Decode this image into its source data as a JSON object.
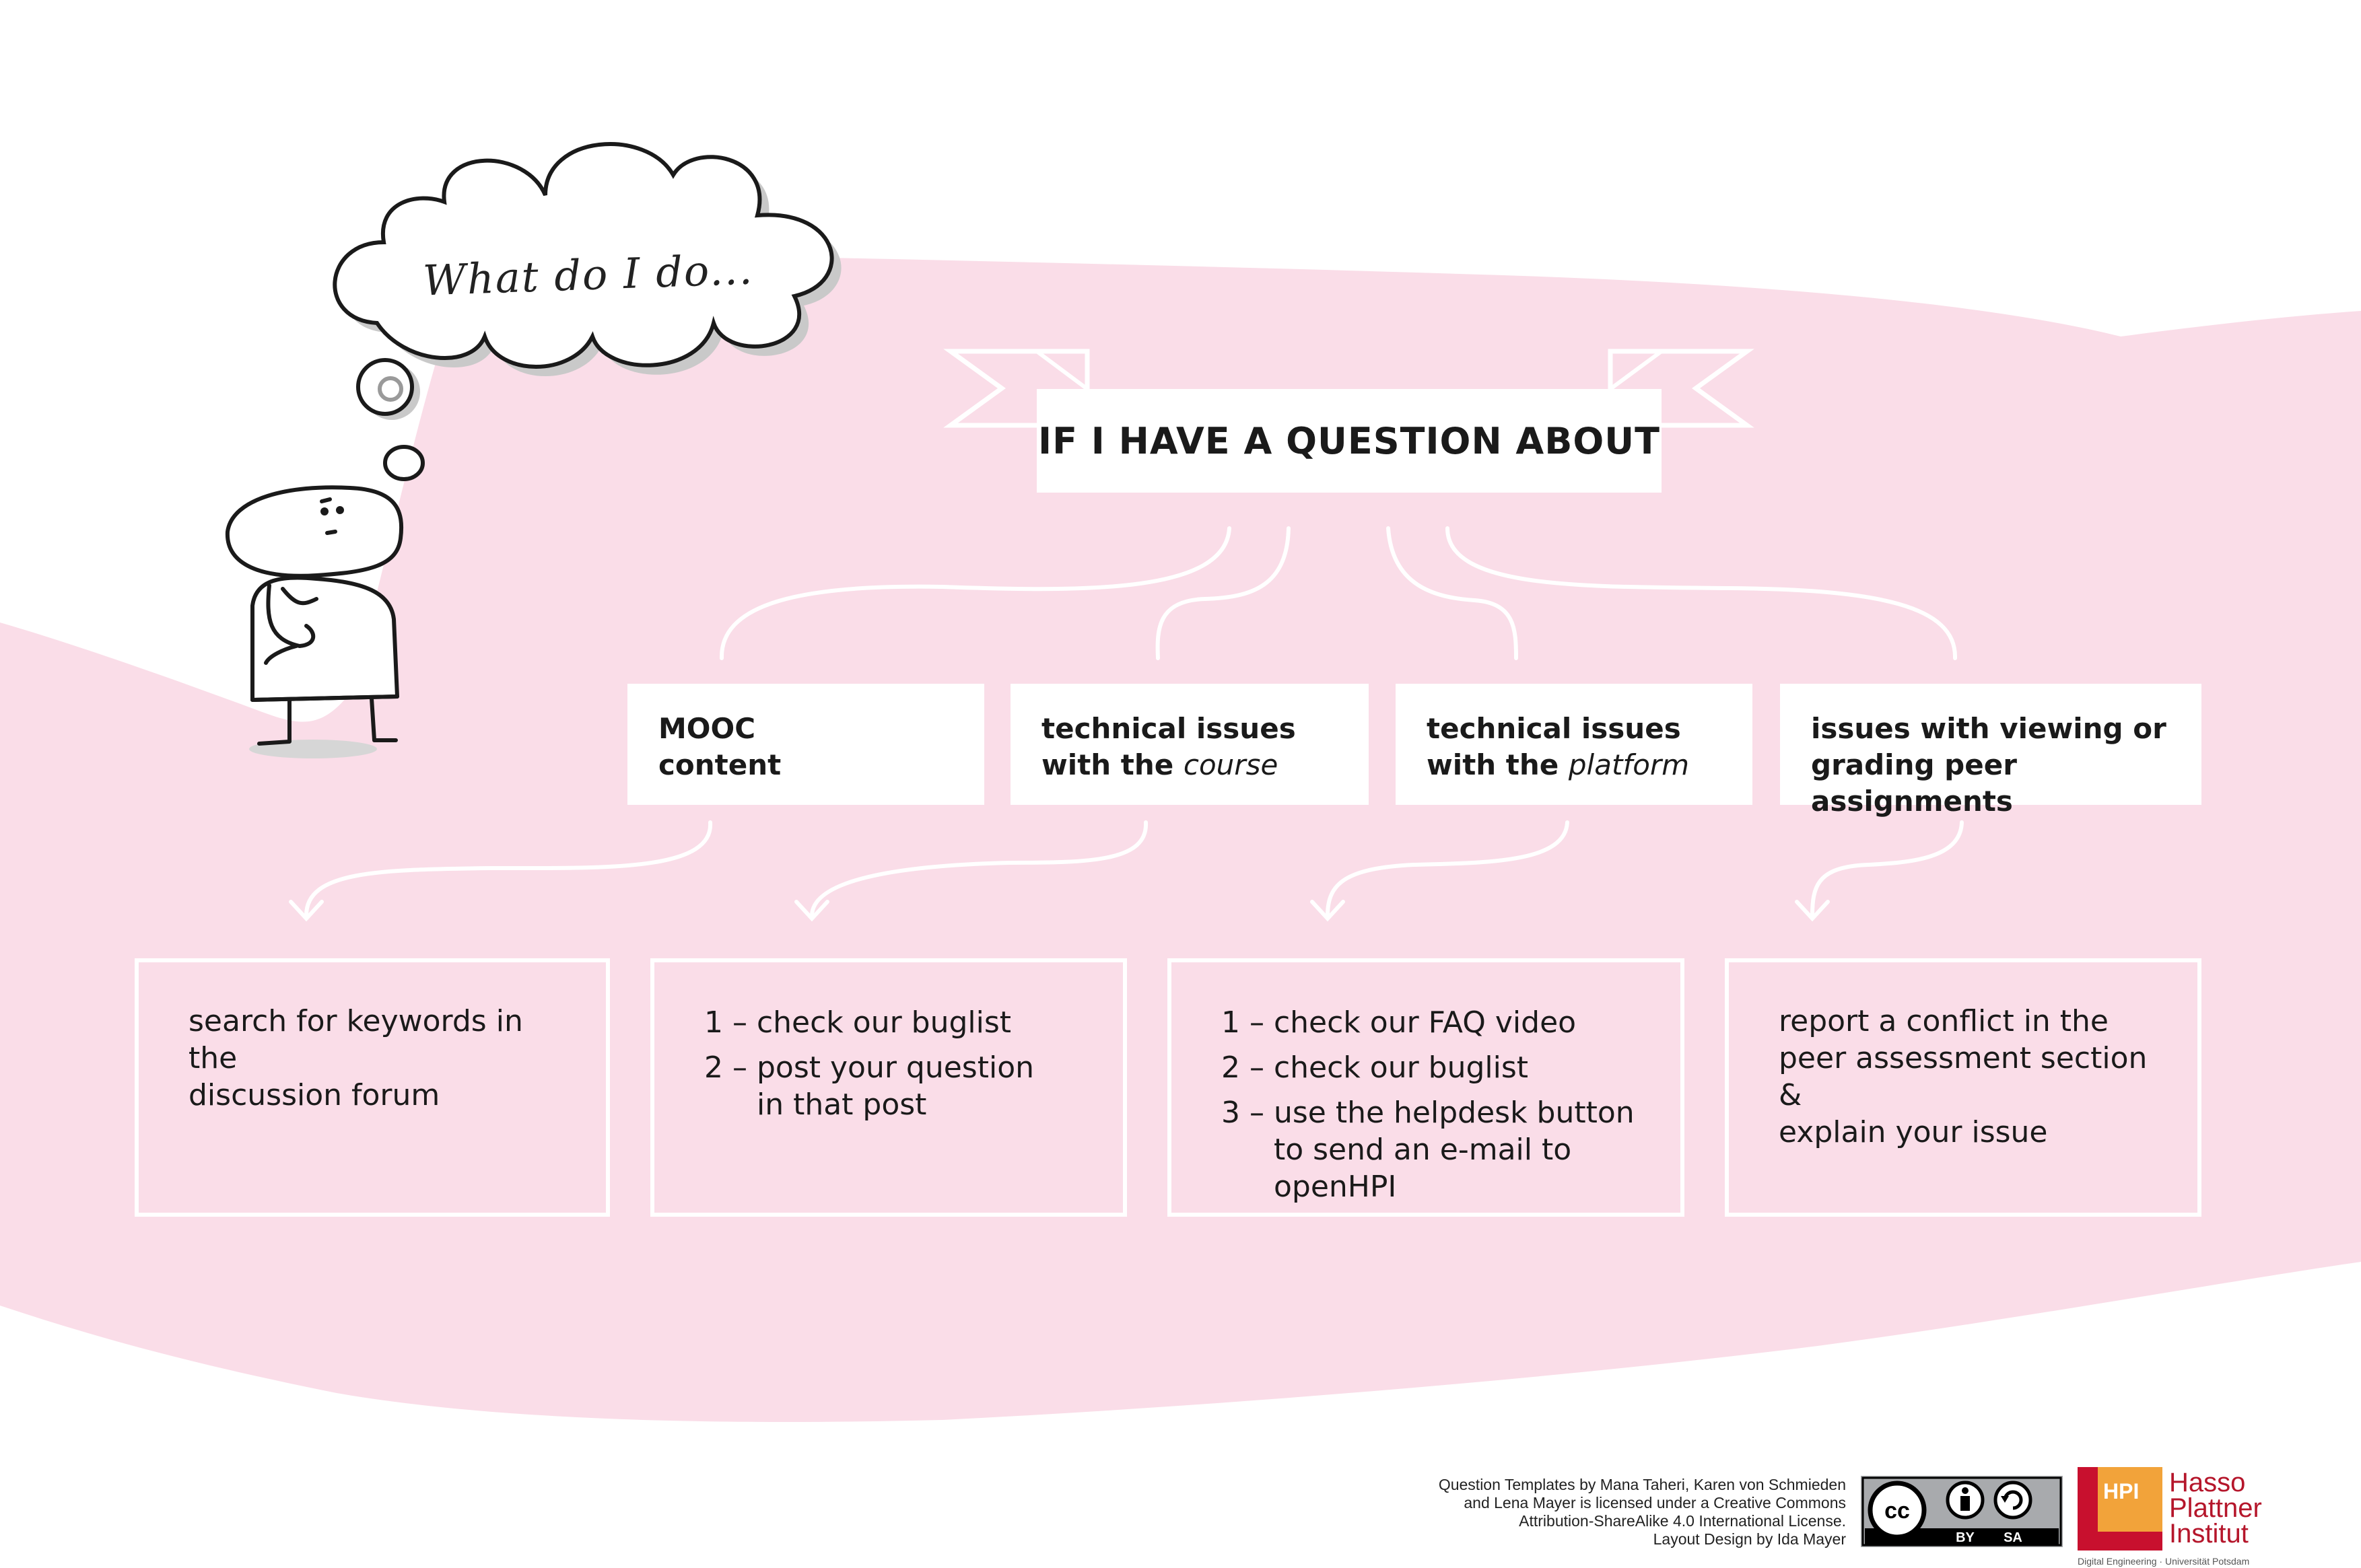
{
  "colors": {
    "background": "#ffffff",
    "pink_band": "#fadde8",
    "line": "#ffffff",
    "text": "#1a1a1a"
  },
  "thought_bubble": {
    "text": "What do I do..."
  },
  "header": {
    "title": "IF I HAVE A QUESTION ABOUT"
  },
  "categories": [
    {
      "line1": "MOOC",
      "line2_plain": "content",
      "line2_italic": ""
    },
    {
      "line1": "technical issues",
      "line2_plain": "with the ",
      "line2_italic": "course"
    },
    {
      "line1": "technical issues",
      "line2_plain": "with the ",
      "line2_italic": "platform"
    },
    {
      "line1": "issues with viewing or",
      "line2_plain": "grading peer assignments",
      "line2_italic": ""
    }
  ],
  "actions": {
    "mooc": {
      "lines": [
        "search for keywords in the",
        "discussion forum"
      ]
    },
    "course": {
      "steps": [
        {
          "num": "1 – ",
          "text": "check our buglist"
        },
        {
          "num": "2 – ",
          "text": "post your question in that post"
        }
      ]
    },
    "platform": {
      "steps": [
        {
          "num": "1 – ",
          "text": "check our FAQ video"
        },
        {
          "num": "2 – ",
          "text": "check our buglist"
        },
        {
          "num": "3 – ",
          "text": "use the helpdesk button to send an e-mail to openHPI"
        }
      ]
    },
    "peer": {
      "lines": [
        "report a conflict in the",
        "peer assessment section &",
        "explain your issue"
      ]
    }
  },
  "footer": {
    "credits": [
      "Question Templates by Mana Taheri, Karen von Schmieden",
      "and Lena Mayer is licensed under a Creative Commons",
      "Attribution-ShareAlike 4.0 International License.",
      "Layout Design by Ida Mayer"
    ],
    "license_badge": {
      "icon": "cc-by-sa-icon",
      "by": "BY",
      "sa": "SA"
    },
    "hpi": {
      "abbr": "HPI",
      "name_lines": [
        "Hasso",
        "Plattner",
        "Institut"
      ],
      "subtitle": "Digital Engineering · Universität Potsdam"
    }
  }
}
